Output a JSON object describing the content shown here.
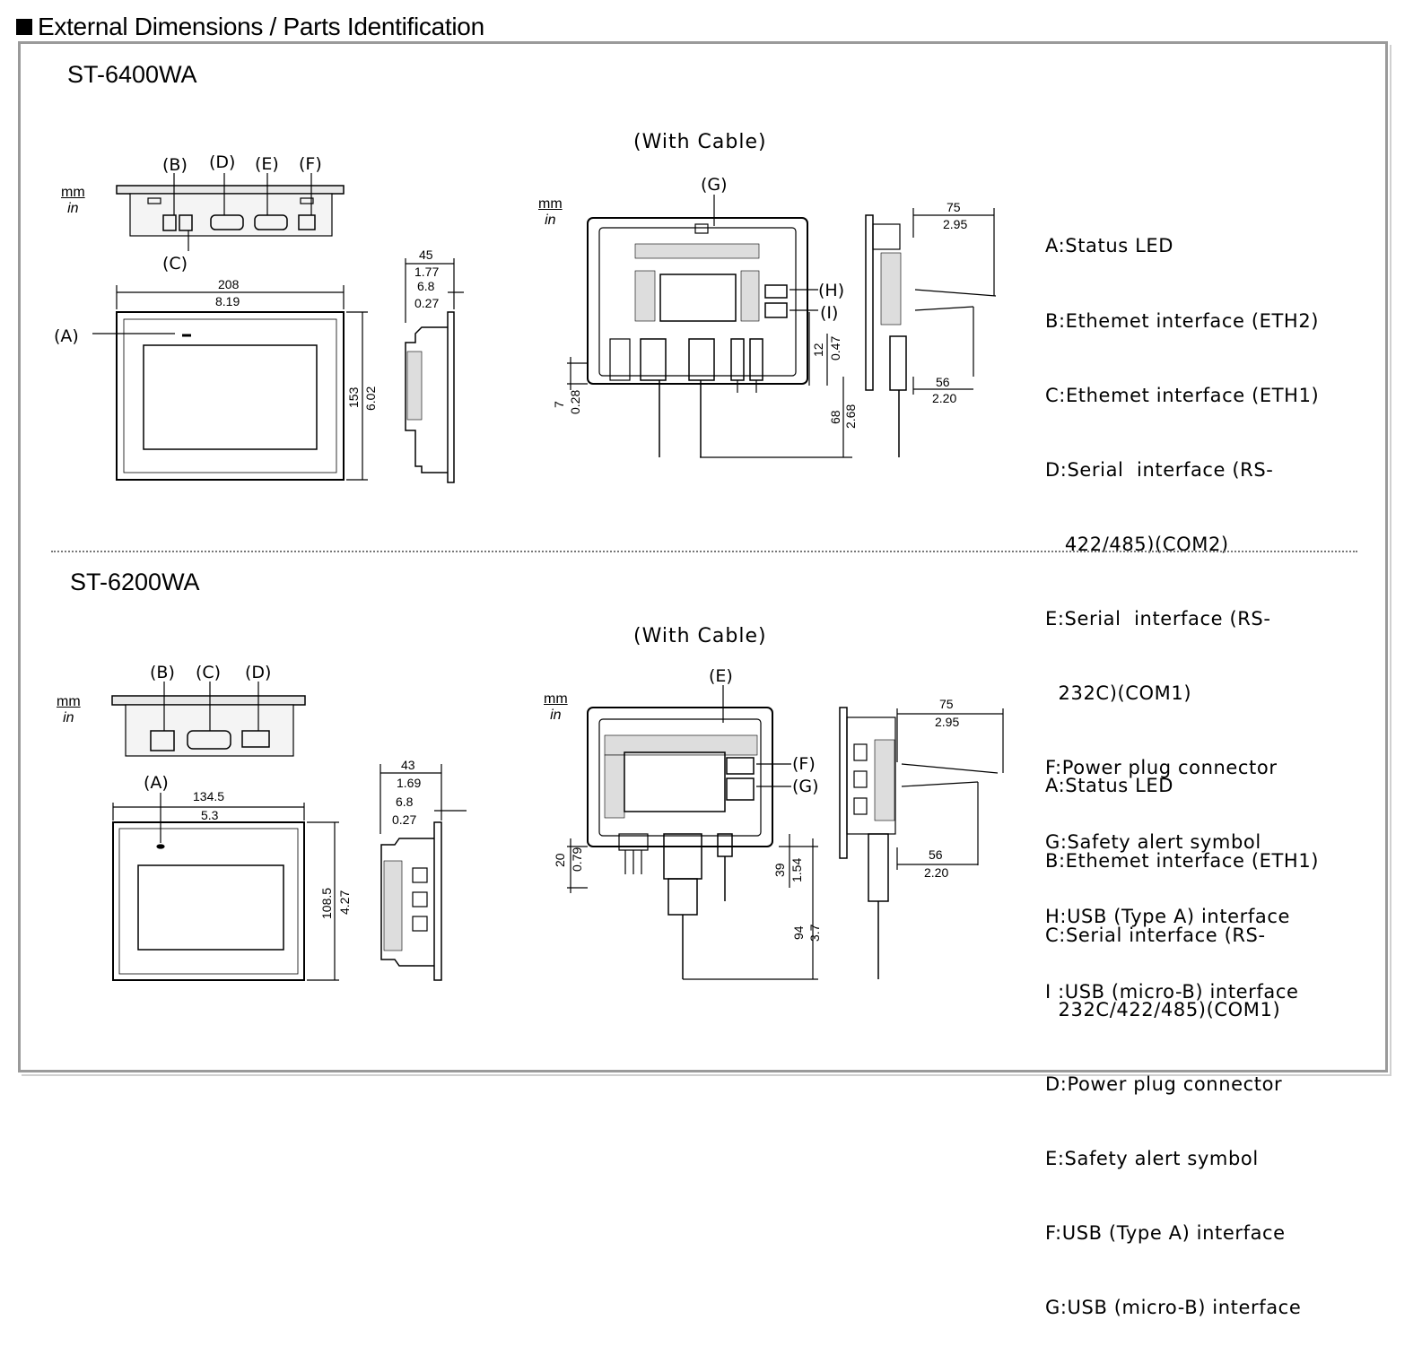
{
  "page": {
    "title": "External Dimensions / Parts Identification"
  },
  "units": {
    "mm": "mm",
    "in": "in"
  },
  "sections": [
    {
      "model": "ST-6400WA",
      "with_cable": "(With Cable)",
      "callouts": {
        "top": [
          "(B)",
          "(D)",
          "(E)",
          "(F)",
          "(C)"
        ],
        "front": "(A)",
        "rear": [
          "(G)",
          "(H)",
          "(I)"
        ]
      },
      "dims": {
        "width_mm": "208",
        "width_in": "8.19",
        "height_mm": "153",
        "height_in": "6.02",
        "depth_mm": "45",
        "depth_in": "1.77",
        "bezel_mm": "6.8",
        "bezel_in": "0.27",
        "cable_depth_mm": "75",
        "cable_depth_in": "2.95",
        "side_mm": "56",
        "side_in": "2.20",
        "conn_mm": "12",
        "conn_in": "0.47",
        "bottom_mm": "7",
        "bottom_in": "0.28",
        "cable_len_mm": "68",
        "cable_len_in": "2.68"
      },
      "legend": [
        "A:Status LED",
        "B:Ethemet interface (ETH2)",
        "C:Ethemet interface (ETH1)",
        "D:Serial  interface (RS-",
        "   422/485)(COM2)",
        "E:Serial  interface (RS-",
        "  232C)(COM1)",
        "F:Power plug connector",
        "G:Safety alert symbol",
        "H:USB (Type A) interface",
        "I :USB (micro-B) interface"
      ]
    },
    {
      "model": "ST-6200WA",
      "with_cable": "(With Cable)",
      "callouts": {
        "top": [
          "(B)",
          "(C)",
          "(D)"
        ],
        "front": "(A)",
        "rear": [
          "(E)",
          "(F)",
          "(G)"
        ]
      },
      "dims": {
        "width_mm": "134.5",
        "width_in": "5.3",
        "height_mm": "108.5",
        "height_in": "4.27",
        "depth_mm": "43",
        "depth_in": "1.69",
        "bezel_mm": "6.8",
        "bezel_in": "0.27",
        "cable_depth_mm": "75",
        "cable_depth_in": "2.95",
        "side_mm": "56",
        "side_in": "2.20",
        "conn_mm": "20",
        "conn_in": "0.79",
        "mid_mm": "39",
        "mid_in": "1.54",
        "cable_len_mm": "94",
        "cable_len_in": "3.7"
      },
      "legend": [
        "A:Status LED",
        "B:Ethemet interface (ETH1)",
        "C:Serial interface (RS-",
        "  232C/422/485)(COM1)",
        "D:Power plug connector",
        "E:Safety alert symbol",
        "F:USB (Type A) interface",
        "G:USB (micro-B) interface"
      ]
    }
  ]
}
